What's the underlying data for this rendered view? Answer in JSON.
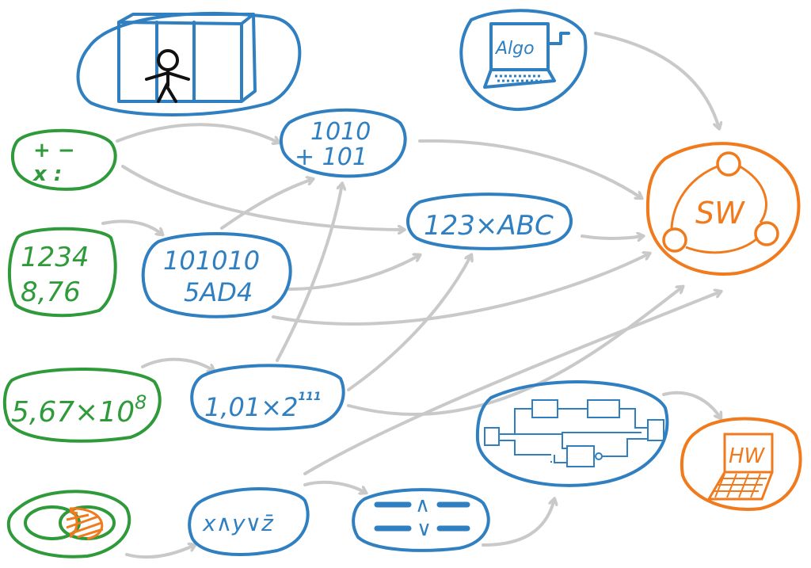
{
  "colors": {
    "blue": "#2f7fc1",
    "green": "#2e9a3a",
    "orange": "#f07a1c",
    "arrow": "#c9c9c9"
  },
  "nodes": {
    "person_box": {
      "icon": "person-in-box-icon"
    },
    "algo": {
      "label": "Algo",
      "icon": "computer-icon"
    },
    "arith_ops": {
      "line1": "+ −",
      "line2": "x :"
    },
    "binary_add": {
      "line1": "1010",
      "line2": "+ 101"
    },
    "numbers": {
      "line1": "1234",
      "line2": "8,76"
    },
    "bin_hex": {
      "line1": "101010",
      "line2": "5AD4"
    },
    "encode": {
      "label": "123×ABC"
    },
    "sci": {
      "mantissa": "5,67×10",
      "exp": "8"
    },
    "float": {
      "mantissa": "1,01×2",
      "exp": "111"
    },
    "venn": {
      "icon": "venn-diagram-icon"
    },
    "logic": {
      "label": "x∧y∨z̄"
    },
    "gates": {
      "and": "∧",
      "or": "∨"
    },
    "circuit": {
      "icon": "circuit-diagram-icon"
    },
    "sw": {
      "label": "SW"
    },
    "hw": {
      "label": "HW"
    }
  }
}
